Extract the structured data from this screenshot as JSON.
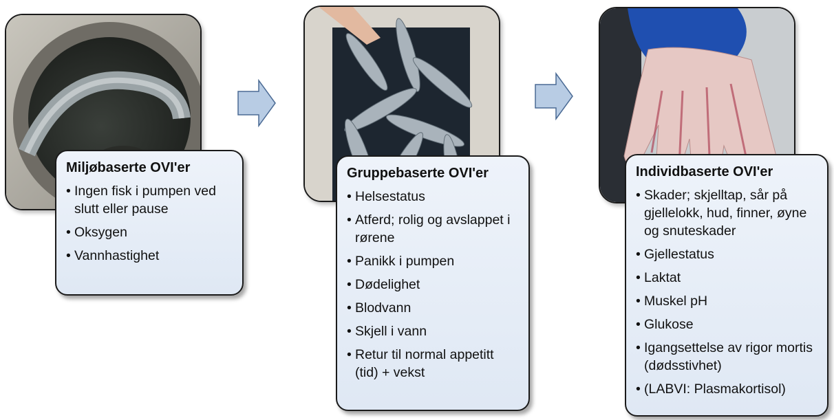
{
  "colors": {
    "card_fill": "#e4ecf6",
    "card_border": "#1a1a1a",
    "arrow_fill": "#b8cce4",
    "arrow_stroke": "#4a6a94"
  },
  "stages": [
    {
      "photo": "pump-porthole-photo",
      "title": "Miljøbaserte OVI'er",
      "items": [
        "Ingen fisk i pumpen ved slutt eller pause",
        "Oksygen",
        "Vannhastighet"
      ]
    },
    {
      "photo": "salmon-in-tub-photo",
      "title": "Gruppebaserte OVI'er",
      "items": [
        "Helsestatus",
        "Atferd; rolig og avslappet i rørene",
        "Panikk i pumpen",
        "Dødelighet",
        "Blodvann",
        "Skjell i vann",
        "Retur til normal appetitt (tid) + vekst"
      ]
    },
    {
      "photo": "gloved-hand-fin-photo",
      "title": "Individbaserte OVI'er",
      "items": [
        "Skader; skjelltap, sår på gjellelokk, hud, finner, øyne og snuteskader",
        "Gjellestatus",
        "Laktat",
        "Muskel pH",
        "Glukose",
        "Igangsettelse av rigor mortis (dødsstivhet)",
        "(LABVI: Plasmakortisol)"
      ]
    }
  ]
}
